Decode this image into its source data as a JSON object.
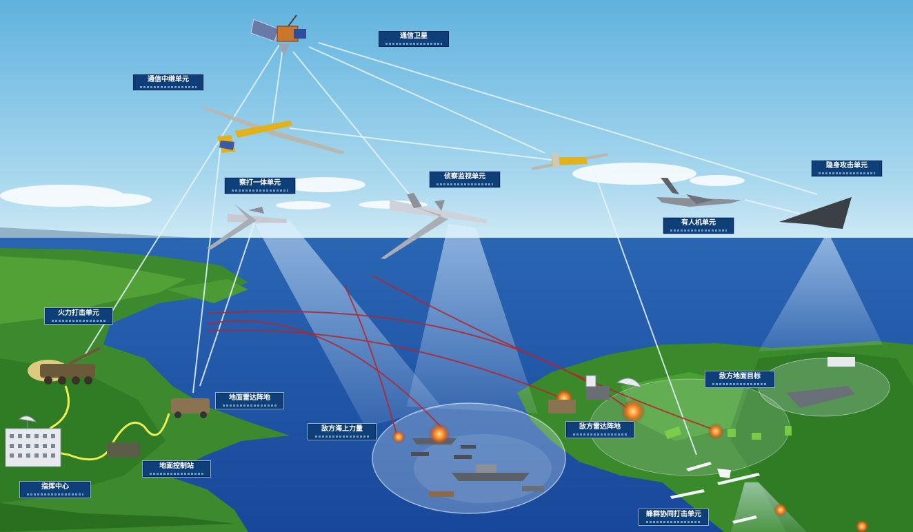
{
  "labels": {
    "comm_satellite": "通信卫星",
    "comm_relay_uav": "通信中继单元",
    "strike_integrated": "察打一体单元",
    "recon_surveillance": "侦察监视单元",
    "manned_aircraft": "有人机单元",
    "stealth_strike": "隐身攻击单元",
    "fire_strike": "火力打击单元",
    "ground_radar": "地面雷达阵地",
    "ground_station": "地面控制站",
    "command_center": "指挥中心",
    "sea_target": "敌方海上力量",
    "air_defense": "敌方雷达阵地",
    "ground_target": "敌方地面目标",
    "swarm_strike": "蜂群协同打击单元"
  },
  "colors": {
    "sky_top": "#7cc3e6",
    "sea": "#1f5fae",
    "land": "#3d8a2c",
    "label_bg": "#0f3f78",
    "strike_line": "#b3262d",
    "datalink": "#e9e94a"
  },
  "icons": [
    "satellite-icon",
    "uav-icon",
    "fighter-icon",
    "stealth-bomber-icon",
    "ship-icon",
    "tank-icon",
    "radar-dish-icon",
    "building-icon",
    "explosion-icon"
  ]
}
